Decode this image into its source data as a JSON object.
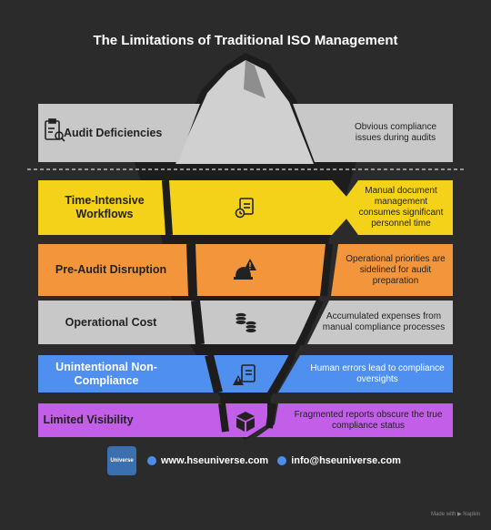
{
  "title": "The Limitations of Traditional ISO Management",
  "levels": [
    {
      "label": "Audit Deficiencies",
      "description": "Obvious compliance issues during audits",
      "color": "#c8c8c8",
      "icon": "clipboard-search-icon"
    },
    {
      "label": "Time-Intensive Workflows",
      "description": "Manual document management consumes significant personnel time",
      "color": "#f4d21a",
      "icon": "document-clock-icon"
    },
    {
      "label": "Pre-Audit Disruption",
      "description": "Operational priorities are sidelined for audit preparation",
      "color": "#f3963b",
      "icon": "hardhat-warning-icon"
    },
    {
      "label": "Operational Cost",
      "description": "Accumulated expenses from manual compliance processes",
      "color": "#c8c8c8",
      "icon": "coins-stack-icon"
    },
    {
      "label": "Unintentional Non-Compliance",
      "description": "Human errors lead to compliance oversights",
      "color": "#4f8ff0",
      "icon": "document-warning-icon"
    },
    {
      "label": "Limited Visibility",
      "description": "Fragmented reports obscure the true compliance status",
      "color": "#c25ee8",
      "icon": "box-icon"
    }
  ],
  "footer": {
    "logo_text": "Universe",
    "website": "www.hseuniverse.com",
    "email": "info@hseuniverse.com"
  },
  "credit": "Made with ▶ Napkin"
}
